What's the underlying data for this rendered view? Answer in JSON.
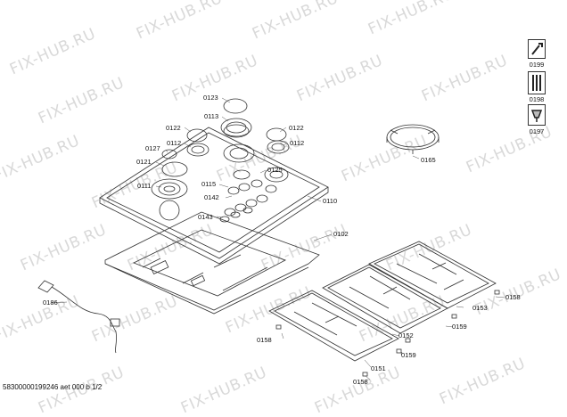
{
  "watermark": "FIX-HUB.RU",
  "footer": "58300000199246 aet 000 b 1/2",
  "icons": [
    {
      "name": "wrench-icon",
      "label": "0199"
    },
    {
      "name": "tools-icon",
      "label": "0198"
    },
    {
      "name": "grease-icon",
      "label": "0197"
    }
  ],
  "parts": {
    "p0123": "0123",
    "p0113": "0113",
    "p0122a": "0122",
    "p0122b": "0122",
    "p0112a": "0112",
    "p0112b": "0112",
    "p0127": "0127",
    "p0121": "0121",
    "p0125": "0125",
    "p0115": "0115",
    "p0111": "0111",
    "p0142": "0142",
    "p0143": "0143",
    "p0110": "0110",
    "p0102": "0102",
    "p0165": "0165",
    "p0186": "0186",
    "p0158a": "0158",
    "p0158b": "0158",
    "p0158c": "0158",
    "p0153": "0153",
    "p0159a": "0159",
    "p0159b": "0159",
    "p0152": "0152",
    "p0151": "0151"
  }
}
